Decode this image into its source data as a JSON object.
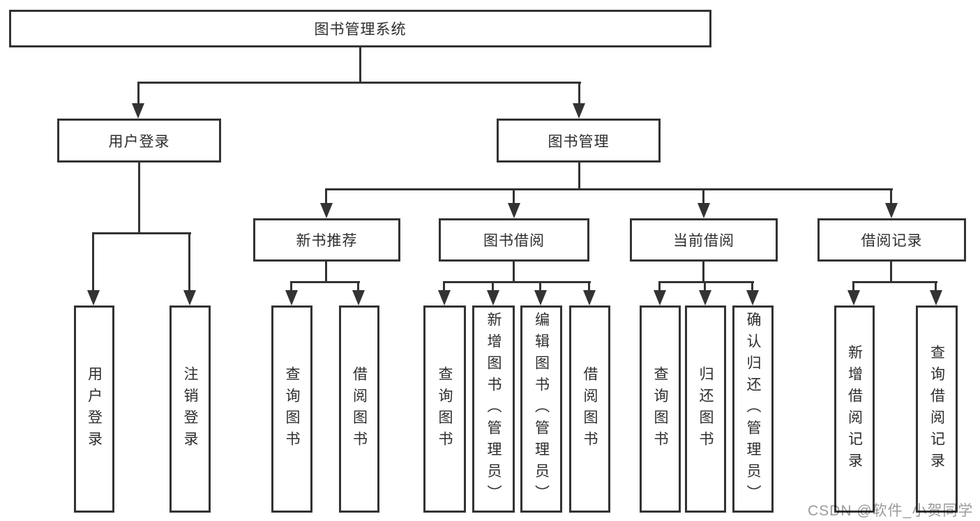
{
  "diagram_title": "图书管理系统",
  "tree": {
    "root": {
      "label": "图书管理系统"
    },
    "level2": [
      {
        "label": "用户登录",
        "children": [
          {
            "label": "用户登录"
          },
          {
            "label": "注销登录"
          }
        ]
      },
      {
        "label": "图书管理",
        "children": [
          {
            "label": "新书推荐",
            "children": [
              {
                "label": "查询图书"
              },
              {
                "label": "借阅图书"
              }
            ]
          },
          {
            "label": "图书借阅",
            "children": [
              {
                "label": "查询图书"
              },
              {
                "label": "新增图书（管理员）"
              },
              {
                "label": "编辑图书（管理员）"
              },
              {
                "label": "借阅图书"
              }
            ]
          },
          {
            "label": "当前借阅",
            "children": [
              {
                "label": "查询图书"
              },
              {
                "label": "归还图书"
              },
              {
                "label": "确认归还（管理员）"
              }
            ]
          },
          {
            "label": "借阅记录",
            "children": [
              {
                "label": "新增借阅记录"
              },
              {
                "label": "查询借阅记录"
              }
            ]
          }
        ]
      }
    ]
  },
  "watermark": {
    "text": "CSDN @软件_小贺同学"
  },
  "colors": {
    "line": "#333333",
    "text": "#2d2d2d",
    "background": "#ffffff",
    "watermark": "#9b9b9b"
  }
}
